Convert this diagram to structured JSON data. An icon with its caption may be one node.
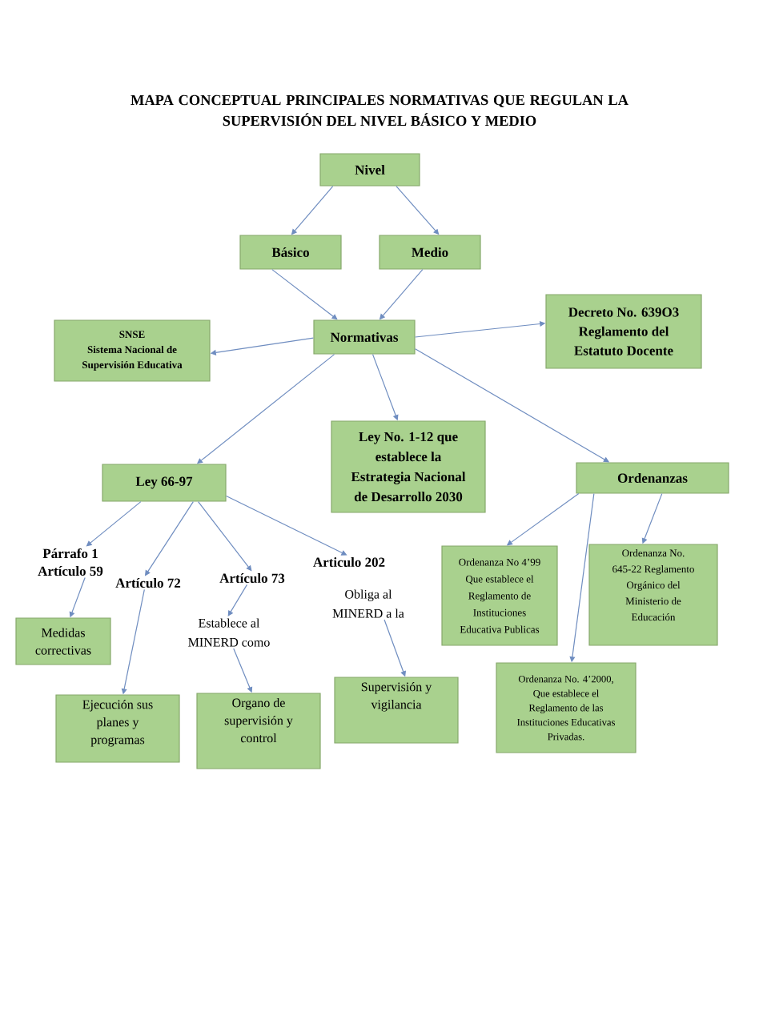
{
  "diagram": {
    "title": "MAPA CONCEPTUAL PRINCIPALES NORMATIVAS QUE REGULAN LA SUPERVISIÓN DEL NIVEL BÁSICO Y MEDIO",
    "nodes": [
      {
        "text": [
          "Nivel"
        ]
      },
      {
        "text": [
          "Básico"
        ]
      },
      {
        "text": [
          "Medio"
        ]
      },
      {
        "text": [
          "SNSE",
          "Sistema Nacional de Supervisión Educativa"
        ]
      },
      {
        "text": [
          "Normativas"
        ]
      },
      {
        "text": [
          "Decreto No. 639O3 Reglamento del Estatuto Docente"
        ]
      },
      {
        "text": [
          "Ley 66-97"
        ]
      },
      {
        "text": [
          "Ley No. 1-12 que establece la Estrategia Nacional de Desarrollo 2030"
        ]
      },
      {
        "text": [
          "Ordenanzas"
        ]
      },
      {
        "text": [
          "Párrafo 1 Artículo 59"
        ]
      },
      {
        "text": [
          "Artículo 72"
        ]
      },
      {
        "text": [
          "Artículo 73"
        ]
      },
      {
        "text": [
          "Articulo 202"
        ]
      },
      {
        "text": [
          "Ordenanza No 4’99 Que establece el Reglamento de Instituciones Educativa Publicas"
        ]
      },
      {
        "text": [
          "Ordenanza No. 645-22 Reglamento Orgánico del Ministerio de Educación"
        ]
      },
      {
        "text": [
          "Medidas correctivas"
        ]
      },
      {
        "text": [
          "Establece al MINERD como"
        ]
      },
      {
        "text": [
          "Obliga al MINERD a la"
        ]
      },
      {
        "text": [
          "Ejecución sus planes y programas"
        ]
      },
      {
        "text": [
          "Organo de supervisión y control"
        ]
      },
      {
        "text": [
          "Supervisión y vigilancia"
        ]
      },
      {
        "text": [
          "Ordenanza No. 4’2000, Que establece el Reglamento de las Instituciones Educativas Privadas."
        ]
      }
    ],
    "edges": [
      {
        "from": 0,
        "to": 1,
        "arrow": "to"
      },
      {
        "from": 0,
        "to": 2,
        "arrow": "to"
      },
      {
        "from": 1,
        "to": 4,
        "arrow": "to"
      },
      {
        "from": 2,
        "to": 4,
        "arrow": "to"
      },
      {
        "from": 4,
        "to": 3,
        "arrow": "to"
      },
      {
        "from": 4,
        "to": 5,
        "arrow": "to"
      },
      {
        "from": 4,
        "to": 6,
        "arrow": "to"
      },
      {
        "from": 4,
        "to": 7,
        "arrow": "to"
      },
      {
        "from": 4,
        "to": 8,
        "arrow": "to"
      },
      {
        "from": 6,
        "to": 9,
        "arrow": "to"
      },
      {
        "from": 6,
        "to": 10,
        "arrow": "to"
      },
      {
        "from": 6,
        "to": 11,
        "arrow": "to"
      },
      {
        "from": 6,
        "to": 12,
        "arrow": "to"
      },
      {
        "from": 9,
        "to": 15,
        "arrow": "to"
      },
      {
        "from": 10,
        "to": 18,
        "arrow": "to"
      },
      {
        "from": 11,
        "to": 16,
        "arrow": "to"
      },
      {
        "from": 16,
        "to": 19,
        "arrow": "to"
      },
      {
        "from": 17,
        "to": 20,
        "arrow": "to"
      },
      {
        "from": 8,
        "to": 13,
        "arrow": "to"
      },
      {
        "from": 8,
        "to": 21,
        "arrow": "to"
      },
      {
        "from": 8,
        "to": 14,
        "arrow": "to"
      }
    ]
  }
}
